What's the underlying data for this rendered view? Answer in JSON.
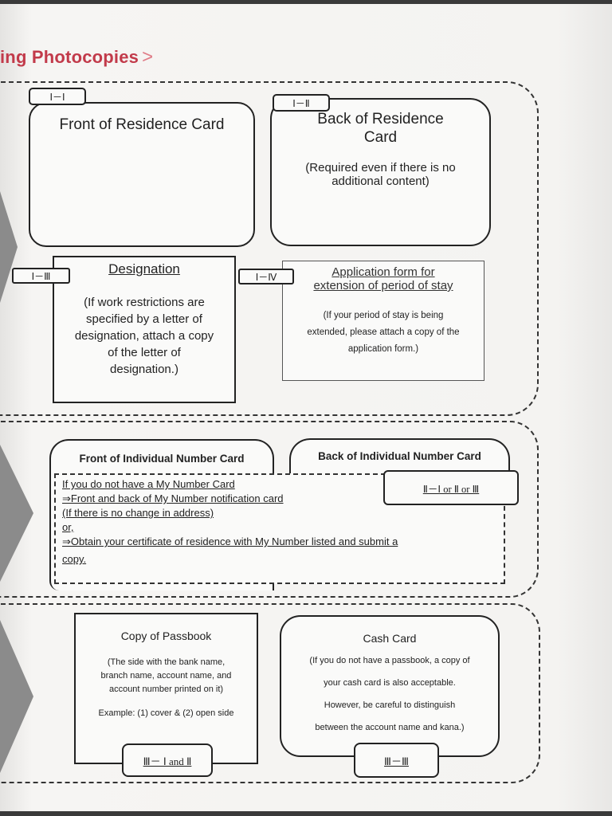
{
  "header": {
    "title": "ing Photocopies",
    "arrow": ">"
  },
  "section1": {
    "front": {
      "tag": "Ⅰ－Ⅰ",
      "title": "Front of Residence Card"
    },
    "back": {
      "tag": "Ⅰ－Ⅱ",
      "title_line1": "Back of Residence",
      "title_line2": "Card",
      "note_line1": "(Required even if there is no",
      "note_line2": "additional content)"
    },
    "designation": {
      "tag": "Ⅰ－Ⅲ",
      "title": "Designation",
      "lines": [
        "(If work restrictions are",
        "specified by a letter of",
        "designation, attach a copy",
        "of the letter of",
        "designation.)"
      ]
    },
    "application": {
      "tag": "Ⅰ－Ⅳ",
      "title_line1": "Application form for",
      "title_line2": "extension of period of stay",
      "lines": [
        "(If your period of stay is being",
        "extended, please attach a copy of the",
        "application form.)"
      ]
    }
  },
  "section2": {
    "front_title": "Front of Individual Number Card",
    "back_title": "Back of Individual Number Card",
    "tag": "Ⅱ－Ⅰ or Ⅱ or Ⅲ",
    "lines": [
      "If you do not have a My Number Card",
      "⇒Front and back of My Number notification card",
      "(If there is no change in address)",
      "or,",
      "⇒Obtain your certificate of residence with My Number listed and submit a",
      "copy."
    ]
  },
  "section3": {
    "passbook": {
      "title": "Copy of Passbook",
      "lines": [
        "(The side with the bank name,",
        "branch name, account name, and",
        "account number printed on it)"
      ],
      "example": "Example: (1) cover & (2) open side",
      "tag": "Ⅲ－ Ⅰ and Ⅱ"
    },
    "cash": {
      "title": "Cash Card",
      "lines": [
        "(If you do not have a passbook, a copy of",
        "your cash card is also acceptable.",
        "However, be careful to distinguish",
        "between the account name and kana.)"
      ],
      "tag": "Ⅲ－Ⅲ"
    }
  }
}
